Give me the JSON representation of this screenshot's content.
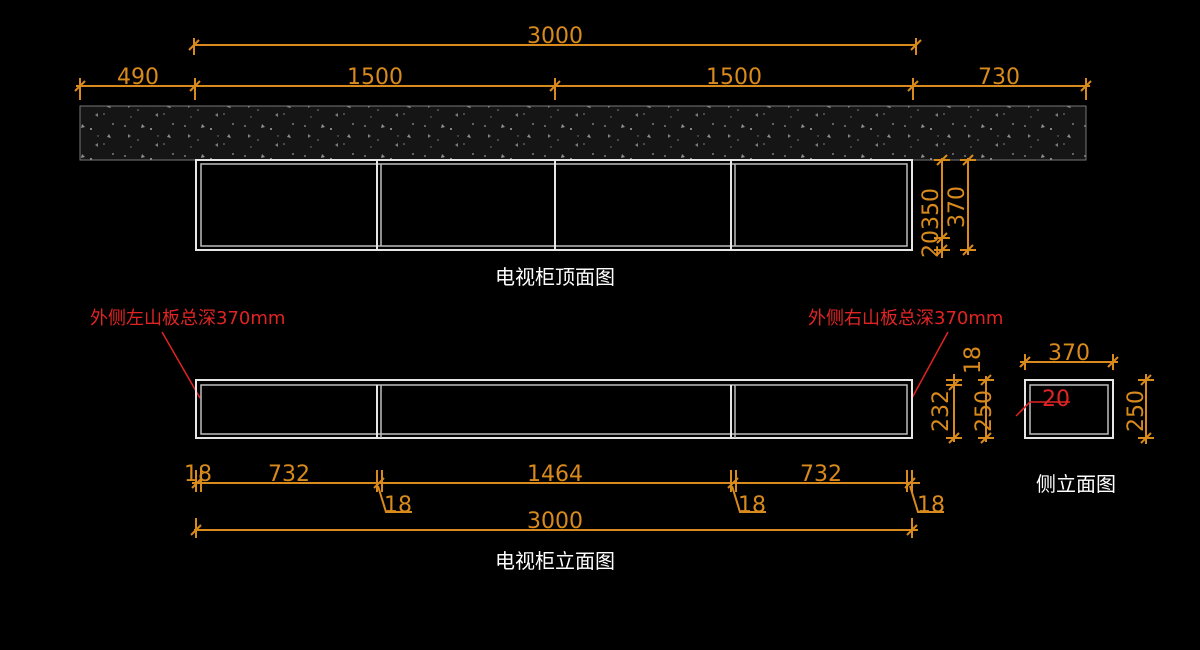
{
  "top_plan": {
    "title": "电视柜顶面图",
    "dims": {
      "overall": "3000",
      "left_offset": "490",
      "bay_1": "1500",
      "bay_2": "1500",
      "right_offset": "730",
      "panel_thickness": "20",
      "inner_depth": "350",
      "total_depth": "370"
    }
  },
  "elevation": {
    "title": "电视柜立面图",
    "notes": {
      "left_panel": "外侧左山板总深370mm",
      "right_panel": "外侧右山板总深370mm"
    },
    "dims": {
      "panel_a": "18",
      "bay_left": "732",
      "panel_b": "18",
      "bay_middle": "1464",
      "panel_c": "18",
      "bay_right": "732",
      "panel_d": "18",
      "overall": "3000",
      "top_panel": "18",
      "inner_height": "232",
      "total_height": "250"
    }
  },
  "side_elevation": {
    "title": "侧立面图",
    "dims": {
      "depth": "370",
      "back_panel": "20",
      "height": "250"
    }
  },
  "colors": {
    "background": "#000000",
    "dimension": "#d98a1c",
    "linework": "#e6e6e6",
    "annotation": "#e02424"
  }
}
